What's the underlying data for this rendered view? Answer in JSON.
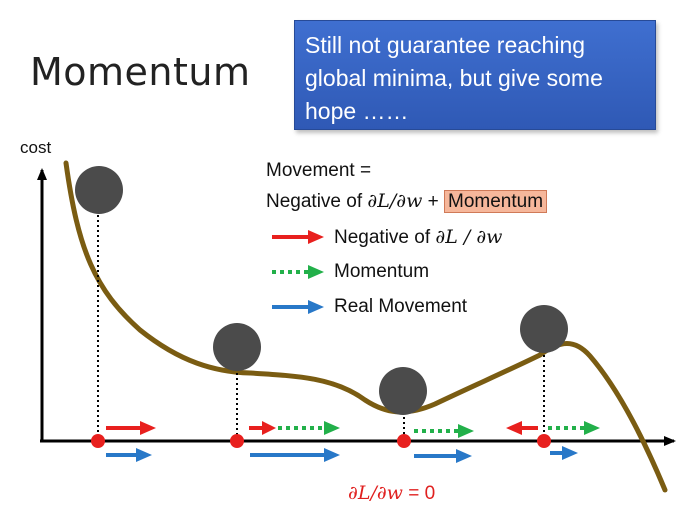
{
  "title": "Momentum",
  "callout": {
    "text": "Still not guarantee reaching global minima, but give some hope ……"
  },
  "formula": {
    "line1": "Movement =",
    "prefix": "Negative of ",
    "grad": "∂L/∂w",
    "plus": " + ",
    "momentum": "Momentum"
  },
  "legend": {
    "gradient": {
      "prefix": "Negative of ",
      "math": "∂L / ∂w",
      "color": "#e8201e"
    },
    "momentum": {
      "label": "Momentum",
      "color": "#22b04a"
    },
    "real": {
      "label": "Real Movement",
      "color": "#2878c8"
    }
  },
  "axes": {
    "y_label": "cost"
  },
  "annotation": {
    "math": "∂L/∂w",
    "suffix": " = 0"
  },
  "colors": {
    "curve": "#7a5c12",
    "ball": "#4b4b4b",
    "point": "#e8201e"
  }
}
